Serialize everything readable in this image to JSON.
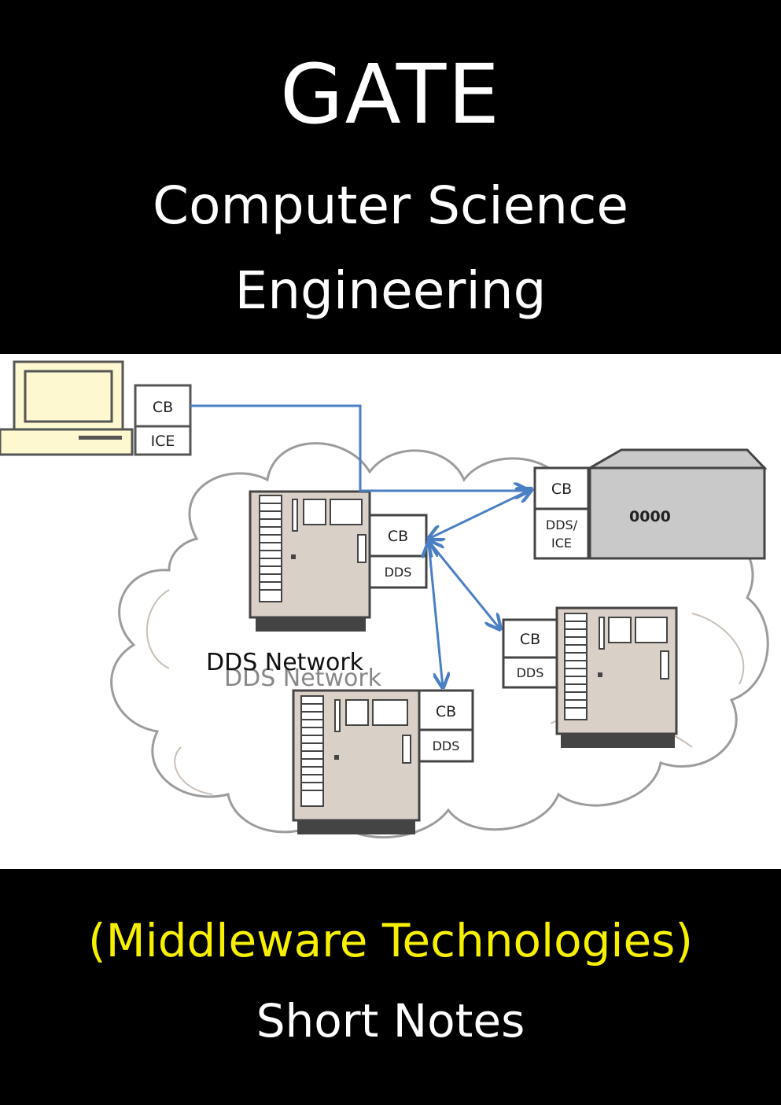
{
  "cover": {
    "title": "GATE",
    "subject_line1": "Computer Science",
    "subject_line2": "Engineering",
    "topic": "(Middleware Technologies)",
    "notes_label": "Short Notes"
  },
  "diagram": {
    "network_label": "DDS Network",
    "network_label_shadow": "DDS Network",
    "workstation": {
      "top": "CB",
      "bottom": "ICE"
    },
    "server": {
      "top": "CB",
      "bottom_line1": "DDS/",
      "bottom_line2": "ICE",
      "panel": "0000"
    },
    "node_center": {
      "top": "CB",
      "bottom": "DDS"
    },
    "node_right": {
      "top": "CB",
      "bottom": "DDS"
    },
    "node_bottom": {
      "top": "CB",
      "bottom": "DDS"
    }
  },
  "colors": {
    "band": "#000000",
    "title_text": "#ffffff",
    "topic_text": "#f6f000",
    "arrow": "#4a7fc4",
    "computer_case": "#d9d0c8",
    "monitor_fill": "#fdf8cf"
  }
}
